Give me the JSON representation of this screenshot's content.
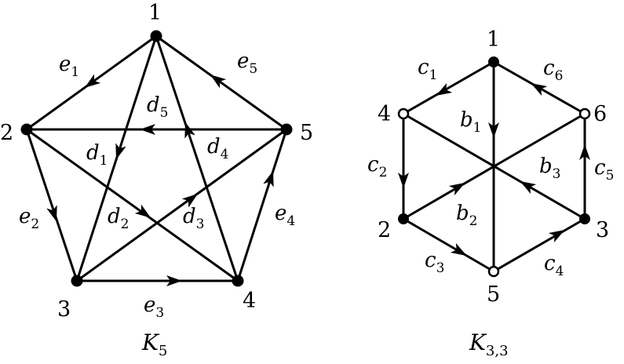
{
  "k5": {
    "title": "K",
    "title_sub": "5",
    "vertices": [
      "1",
      "2",
      "3",
      "4",
      "5"
    ],
    "edges": [
      {
        "name": "e",
        "sub": "1"
      },
      {
        "name": "e",
        "sub": "2"
      },
      {
        "name": "e",
        "sub": "3"
      },
      {
        "name": "e",
        "sub": "4"
      },
      {
        "name": "e",
        "sub": "5"
      },
      {
        "name": "d",
        "sub": "1"
      },
      {
        "name": "d",
        "sub": "2"
      },
      {
        "name": "d",
        "sub": "3"
      },
      {
        "name": "d",
        "sub": "4"
      },
      {
        "name": "d",
        "sub": "5"
      }
    ]
  },
  "k33": {
    "title": "K",
    "title_sub": "3,3",
    "vertices": [
      "1",
      "2",
      "3",
      "4",
      "5",
      "6"
    ],
    "edges": [
      {
        "name": "c",
        "sub": "1"
      },
      {
        "name": "c",
        "sub": "2"
      },
      {
        "name": "c",
        "sub": "3"
      },
      {
        "name": "c",
        "sub": "4"
      },
      {
        "name": "c",
        "sub": "5"
      },
      {
        "name": "c",
        "sub": "6"
      },
      {
        "name": "b",
        "sub": "1"
      },
      {
        "name": "b",
        "sub": "2"
      },
      {
        "name": "b",
        "sub": "3"
      }
    ]
  }
}
